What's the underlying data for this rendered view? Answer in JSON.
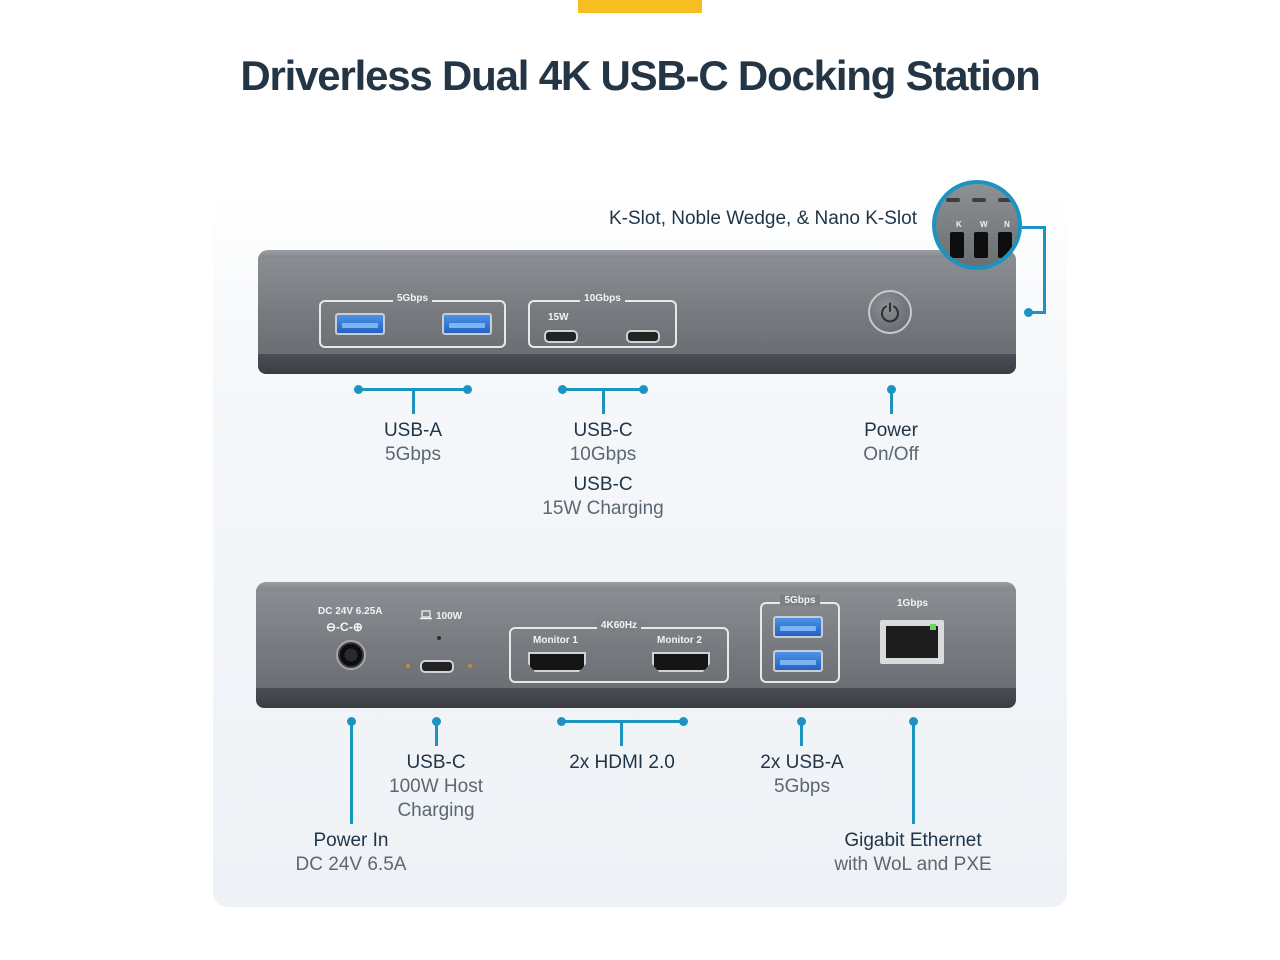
{
  "title": "Driverless Dual 4K USB-C Docking Station",
  "colors": {
    "accent": "#f6be1f",
    "leader": "#1c94c2",
    "title": "#243646"
  },
  "top_view": {
    "kslot_label": "K-Slot, Noble Wedge, & Nano K-Slot",
    "kslot_letters": [
      "K",
      "W",
      "N"
    ],
    "usba_group_label": "5Gbps",
    "usbc_group_label": "10Gbps",
    "usbc_sub_label": "15W",
    "power_icon": "power-icon"
  },
  "top_callouts": {
    "usba": {
      "name": "USB-A",
      "detail": "5Gbps"
    },
    "usbc": {
      "name": "USB-C",
      "detail": "10Gbps",
      "name2": "USB-C",
      "detail2": "15W Charging"
    },
    "power": {
      "name": "Power",
      "detail": "On/Off"
    }
  },
  "rear_view": {
    "dc_label": "DC 24V 6.25A",
    "dc_polarity": "⊖-C-⊕",
    "host_label": "100W",
    "hdmi_group_label": "4K60Hz",
    "monitor1": "Monitor 1",
    "monitor2": "Monitor 2",
    "usba_group_label": "5Gbps",
    "eth_label": "1Gbps"
  },
  "rear_callouts": {
    "power_in": {
      "name": "Power In",
      "detail": "DC 24V 6.5A"
    },
    "usbc_host": {
      "name": "USB-C",
      "detail1": "100W Host",
      "detail2": "Charging"
    },
    "hdmi": {
      "name": "2x HDMI 2.0"
    },
    "usba": {
      "name": "2x USB-A",
      "detail": "5Gbps"
    },
    "ethernet": {
      "name": "Gigabit Ethernet",
      "detail": "with WoL and PXE"
    }
  }
}
